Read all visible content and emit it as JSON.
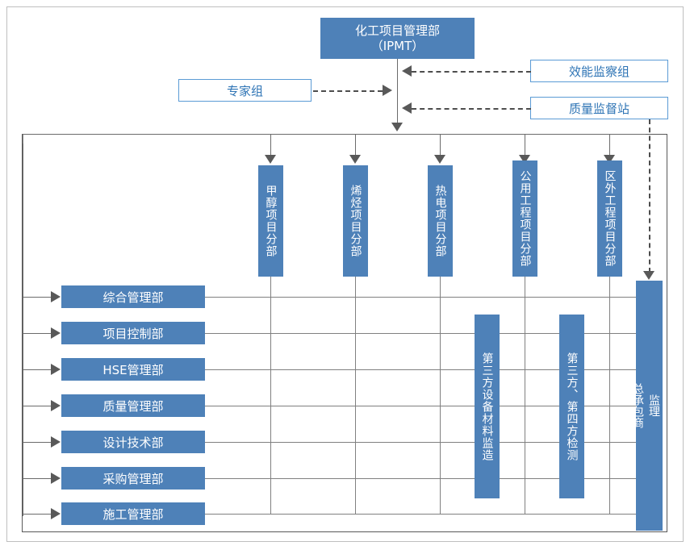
{
  "diagram": {
    "title_box": {
      "line1": "化工项目管理部",
      "line2": "（IPMT）"
    },
    "expert_group": {
      "label": "专家组"
    },
    "right_boxes": [
      {
        "label": "效能监察组"
      },
      {
        "label": "质量监督站"
      }
    ],
    "project_departments": [
      {
        "label": "甲醇项目分部"
      },
      {
        "label": "烯烃项目分部"
      },
      {
        "label": "热电项目分部"
      },
      {
        "label": "公用工程项目分部"
      },
      {
        "label": "区外工程项目分部"
      }
    ],
    "functional_departments": [
      {
        "label": "综合管理部"
      },
      {
        "label": "项目控制部"
      },
      {
        "label": "HSE管理部"
      },
      {
        "label": "质量管理部"
      },
      {
        "label": "设计技术部"
      },
      {
        "label": "采购管理部"
      },
      {
        "label": "施工管理部"
      }
    ],
    "third_party_boxes": [
      {
        "label": "第三方设备材料监造"
      },
      {
        "label": "第三方、第四方检测"
      }
    ],
    "contractor_box": {
      "label_top": "监理",
      "label_bottom": "总承包商"
    },
    "colors": {
      "fill_blue": "#4e81b8",
      "outline_blue": "#5b9bd5",
      "outline_text": "#2e74b5",
      "line_gray": "#6b6b6b",
      "frame_gray": "#bfbfbf",
      "inner_frame": "#595959"
    }
  }
}
